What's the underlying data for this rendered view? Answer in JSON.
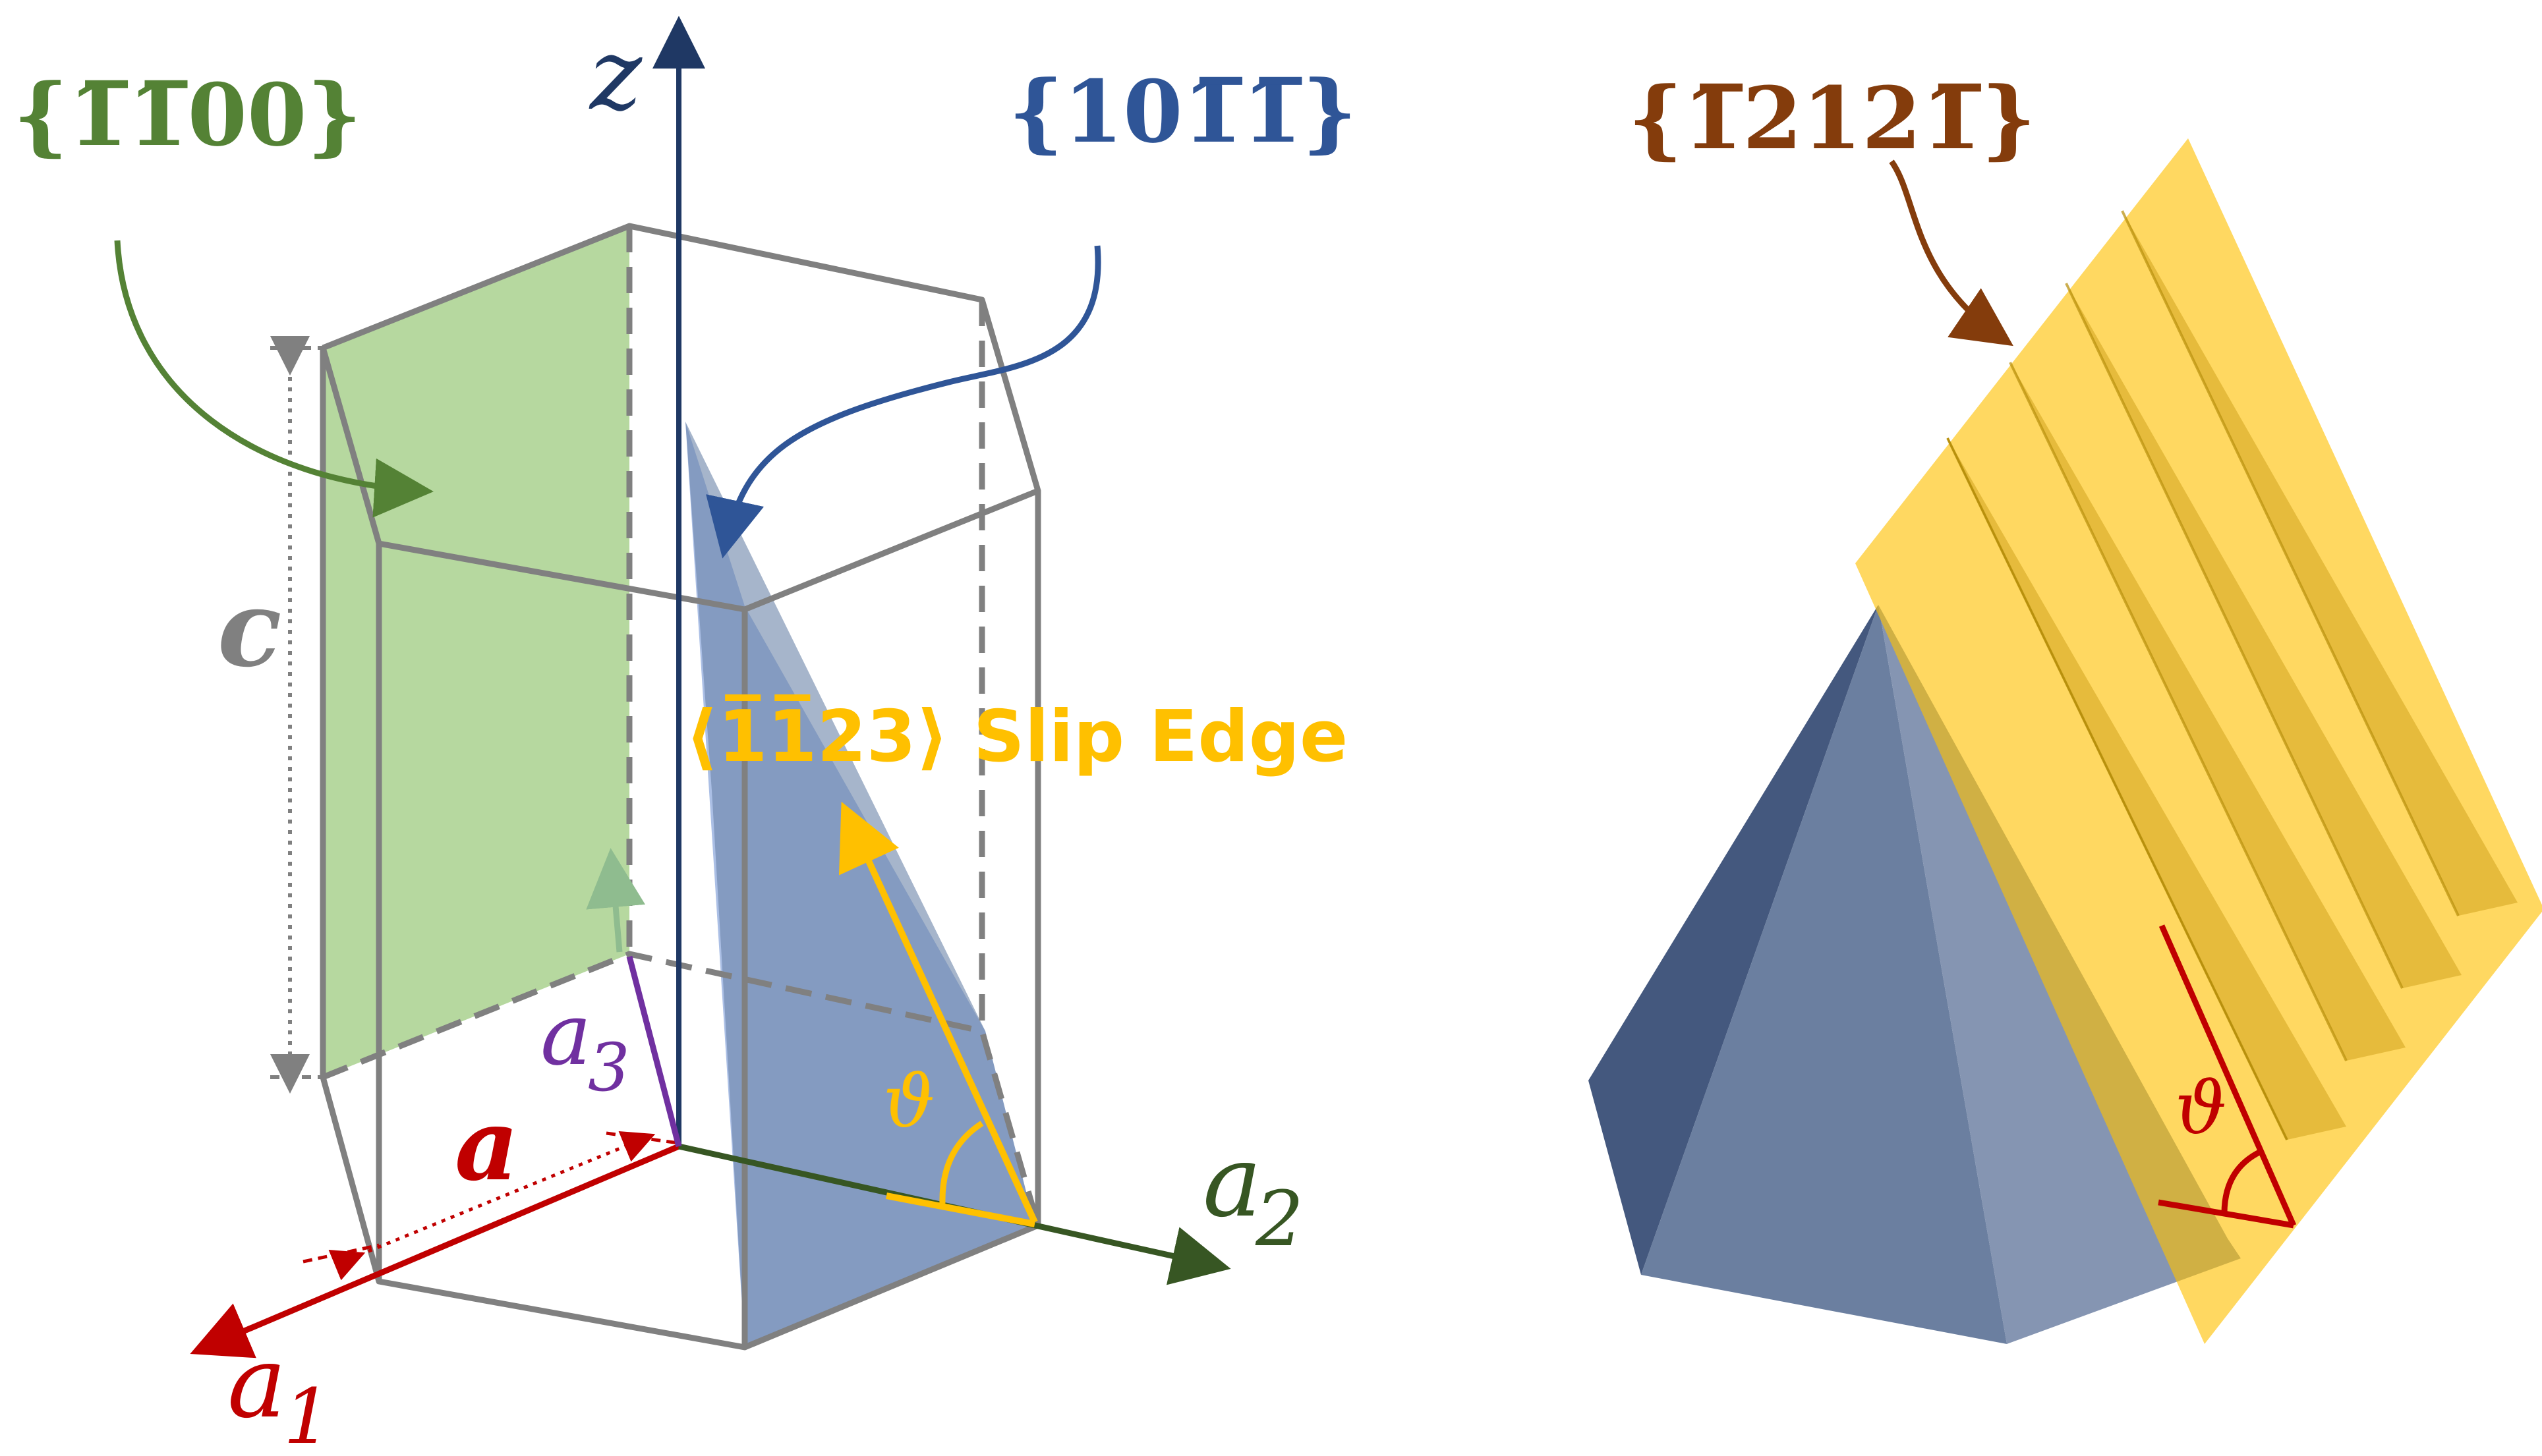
{
  "colors": {
    "green": "#548235",
    "green_fill": "#a9d18e",
    "navy": "#1f3864",
    "blue": "#2f5597",
    "blue_fill": "#8faadc",
    "red": "#c00000",
    "purple": "#7030a0",
    "dark_green": "#375623",
    "gold": "#ffc000",
    "brown": "#843c0c",
    "gray": "#808080"
  },
  "labels": {
    "plane_prism": "{1̅1̅00}",
    "plane_pyramidal": "{101̅1̅}",
    "plane_second": "{1̅2121̅}",
    "axis_z": "z",
    "axis_c": "c",
    "axis_a": "a",
    "axis_a1": "a",
    "axis_a1_sub": "1",
    "axis_a2": "a",
    "axis_a2_sub": "2",
    "axis_a3": "a",
    "axis_a3_sub": "3",
    "slip_edge": "⟨1̅1̅23⟩ Slip Edge",
    "theta_left": "ϑ",
    "theta_right": "ϑ"
  }
}
